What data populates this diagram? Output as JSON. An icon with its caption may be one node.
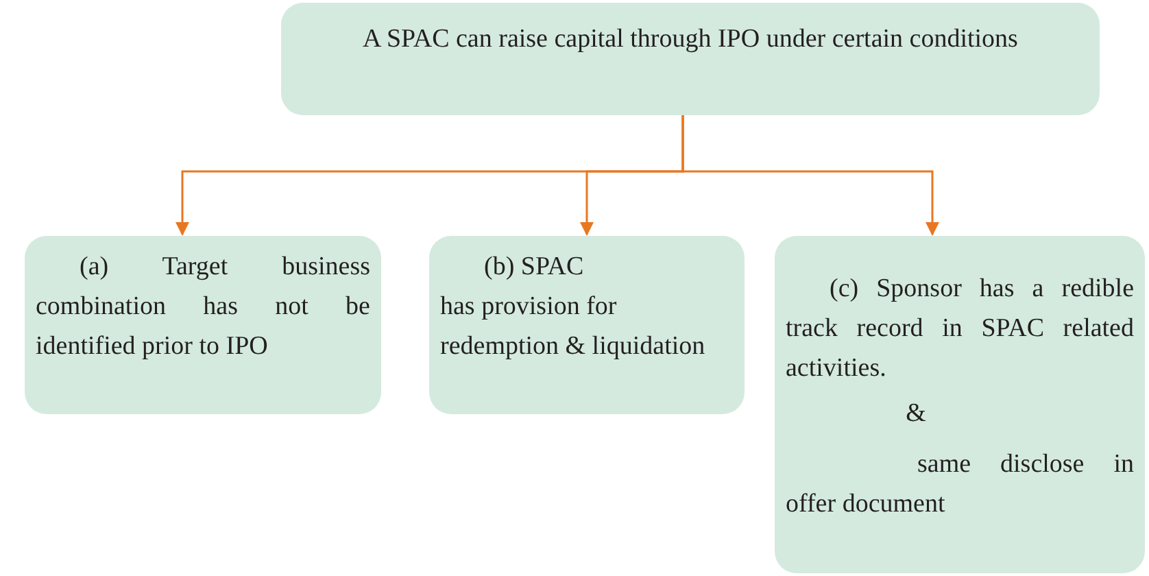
{
  "diagram": {
    "nodes": [
      {
        "text": [
          "A SPAC can raise capital through IPO under certain conditions"
        ]
      },
      {
        "text": [
          "(a) Target business combination has not be identified prior to IPO"
        ]
      },
      {
        "text": [
          "(b) SPAC",
          "has provision for redemption & liquidation"
        ]
      },
      {
        "text": [
          "(c) Sponsor has a redible track record in SPAC related activities.",
          "&",
          "same disclose in offer document"
        ]
      }
    ],
    "edges": [
      {
        "from": 0,
        "to": 1,
        "arrow": "to"
      },
      {
        "from": 0,
        "to": 2,
        "arrow": "to"
      },
      {
        "from": 0,
        "to": 3,
        "arrow": "to"
      }
    ]
  }
}
